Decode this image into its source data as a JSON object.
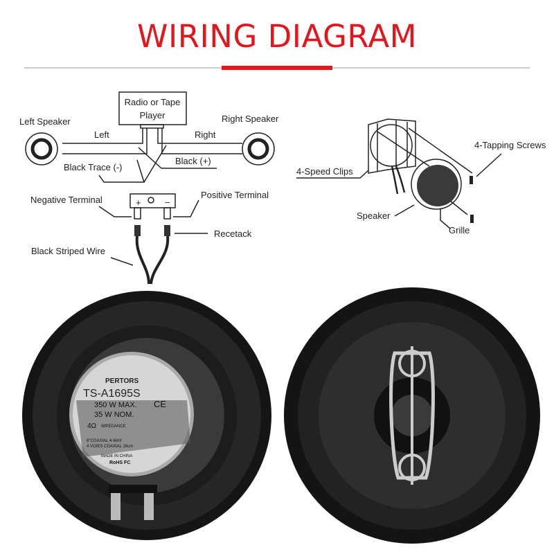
{
  "title": "WIRING DIAGRAM",
  "accent_color": "#e3161d",
  "wiring": {
    "source": [
      "Radio or Tape",
      "Player"
    ],
    "left_speaker": "Left Speaker",
    "right_speaker": "Right Speaker",
    "left": "Left",
    "right": "Right",
    "black_trace": "Black  Trace (-)",
    "black_plus": "Black  (+)",
    "negative_terminal": "Negative  Terminal",
    "positive_terminal": "Positive  Terminal",
    "recetack": "Recetack",
    "black_striped_wire": "Black  Striped  Wire",
    "plus": "+",
    "minus": "−"
  },
  "install": {
    "tapping_screws": "4-Tapping Screws",
    "speed_clips": "4-Speed  Clips",
    "speaker": "Speaker",
    "grille": "Grille"
  },
  "label": {
    "brand": "PERTORS",
    "model": "TS-A1695S",
    "max": "350  W MAX.",
    "nom": "35 W NOM.",
    "impedance_value": "4Ω",
    "impedance": "IMPEDANCE",
    "ce": "CE",
    "coaxial": "6\"COAXIAL 4-WAY",
    "voies": "4 VOIES COAXIAL 16cm",
    "made_in": "MADE IN CHINA",
    "rohs": "RoHS FC"
  }
}
